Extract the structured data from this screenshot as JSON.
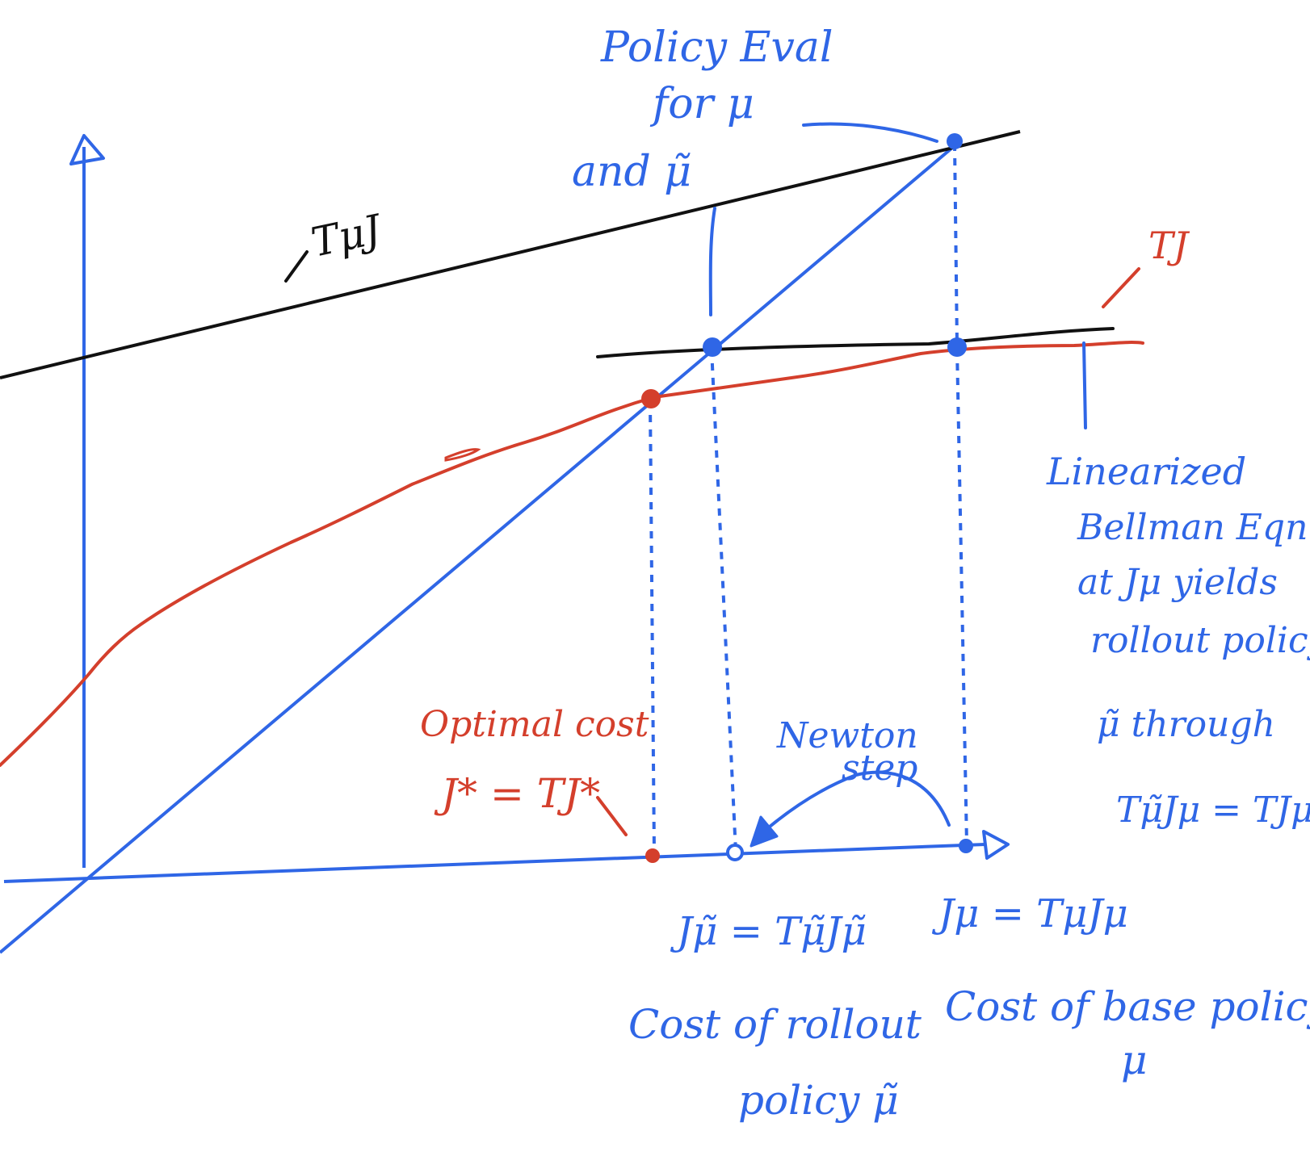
{
  "colors": {
    "axes": "#2f66e6",
    "identity_line": "#2f66e6",
    "t_mu_line": "#111111",
    "tj_curve": "#d43f2c",
    "annotation_blue": "#2f66e6",
    "annotation_red": "#d43f2c",
    "annotation_black": "#111111"
  },
  "labels": {
    "t_mu_j": "TμJ",
    "tj": "TJ",
    "policy_eval": [
      "Policy Eval",
      "for   μ",
      "and  μ̃"
    ],
    "linearized": [
      "Linearized",
      "Bellman Eqn.",
      "at Jμ yields",
      "rollout policy",
      "μ̃ through",
      "Tμ̃Jμ = TJμ"
    ],
    "optimal_cost": [
      "Optimal cost",
      "J* = TJ*"
    ],
    "newton_step": [
      "Newton",
      "step"
    ],
    "rollout_eq": "Jμ̃ = Tμ̃Jμ̃",
    "base_eq": "Jμ = TμJμ",
    "rollout_cost": [
      "Cost of rollout",
      "policy μ̃"
    ],
    "base_cost": [
      "Cost of base policy",
      "μ"
    ]
  }
}
